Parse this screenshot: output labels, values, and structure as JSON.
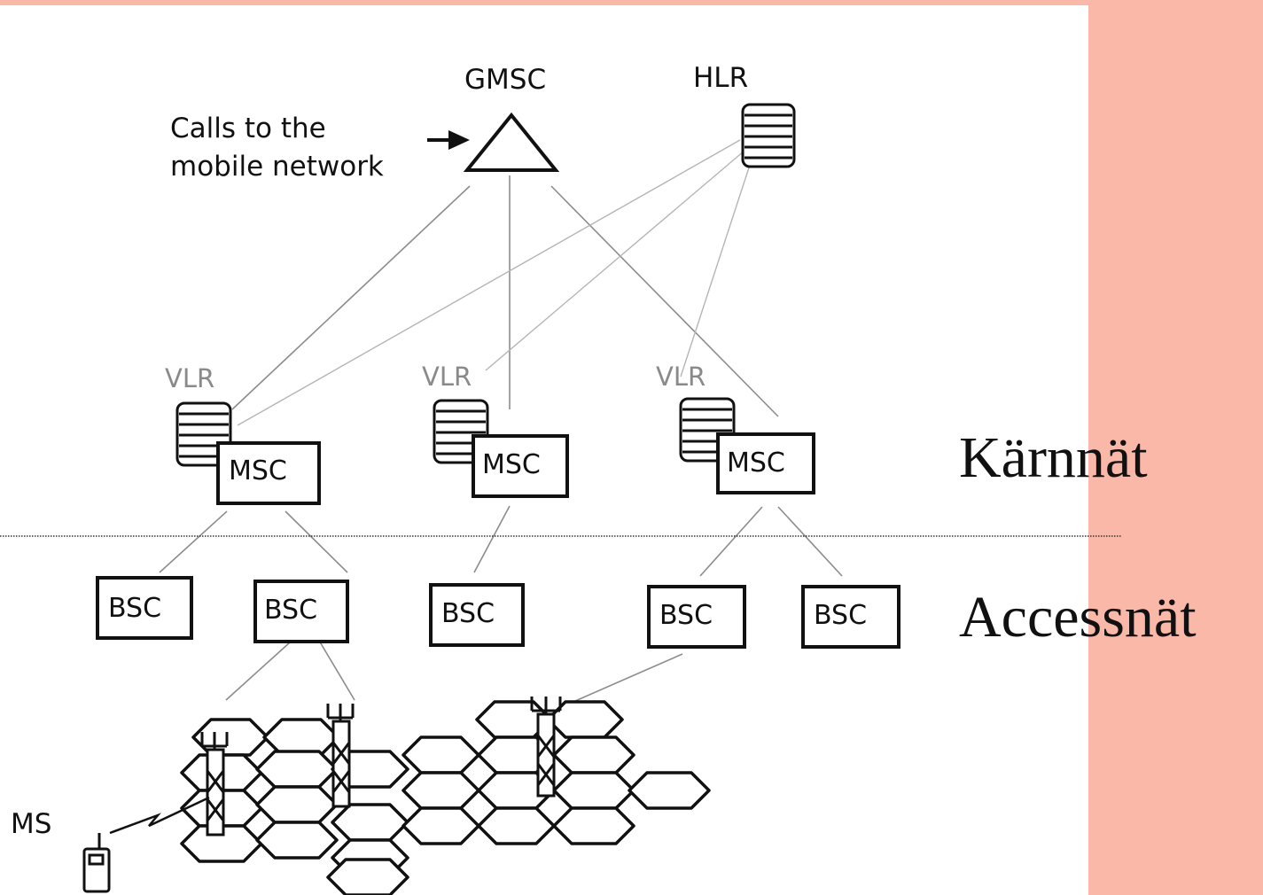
{
  "diagram": {
    "gmsc_label": "GMSC",
    "hlr_label": "HLR",
    "calls_line1": "Calls to the",
    "calls_line2": "mobile network",
    "vlr_labels": [
      "VLR",
      "VLR",
      "VLR"
    ],
    "msc_labels": [
      "MSC",
      "MSC",
      "MSC"
    ],
    "bsc_labels": [
      "BSC",
      "BSC",
      "BSC",
      "BSC",
      "BSC"
    ],
    "ms_label": "MS"
  },
  "side_labels": {
    "core": "Kärnnät",
    "access": "Accessnät"
  },
  "colors": {
    "background_accent": "#f9b8a8",
    "panel": "#ffffff",
    "line": "#8c8c8c",
    "ink": "#111111"
  }
}
